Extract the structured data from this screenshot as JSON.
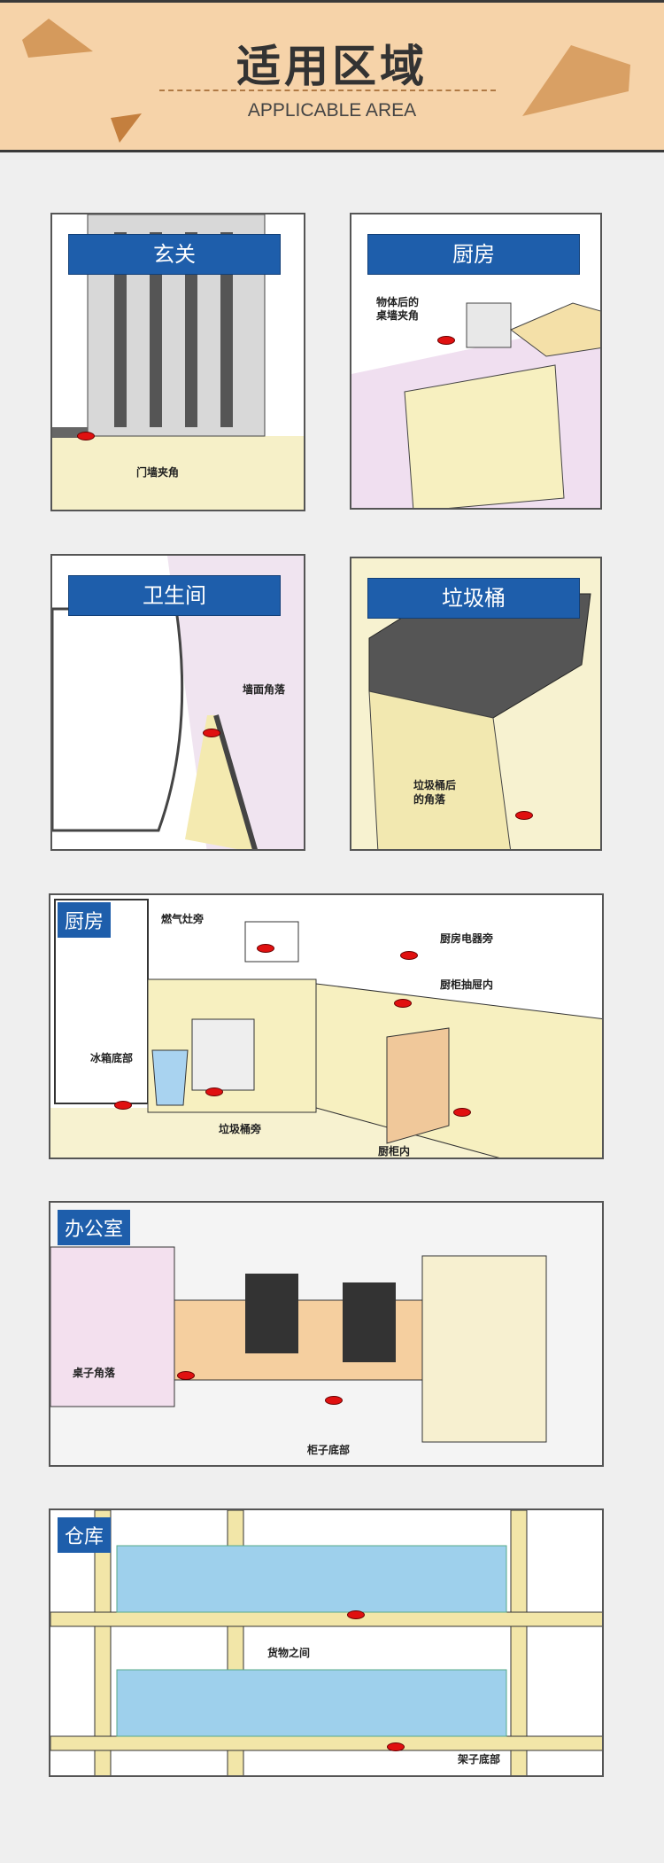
{
  "header": {
    "title": "适用区域",
    "subtitle": "APPLICABLE AREA"
  },
  "panels": [
    {
      "title": "玄关",
      "labels": [
        "门墙夹角"
      ]
    },
    {
      "title": "厨房",
      "labels": [
        "物体后的\n桌墙夹角"
      ]
    },
    {
      "title": "卫生间",
      "labels": [
        "墙面角落"
      ]
    },
    {
      "title": "垃圾桶",
      "labels": [
        "垃圾桶后\n的角落"
      ]
    }
  ],
  "kitchen": {
    "title": "厨房",
    "labels": [
      "燃气灶旁",
      "厨房电器旁",
      "厨柜抽屉内",
      "冰箱底部",
      "垃圾桶旁",
      "厨柜内"
    ]
  },
  "office": {
    "title": "办公室",
    "labels": [
      "桌子角落",
      "柜子底部"
    ]
  },
  "warehouse": {
    "title": "仓库",
    "labels": [
      "货物之间",
      "架子底部"
    ]
  },
  "colors": {
    "accent": "#1e5eab",
    "header_bg": "#f6d3a9",
    "marker": "#e01010"
  }
}
